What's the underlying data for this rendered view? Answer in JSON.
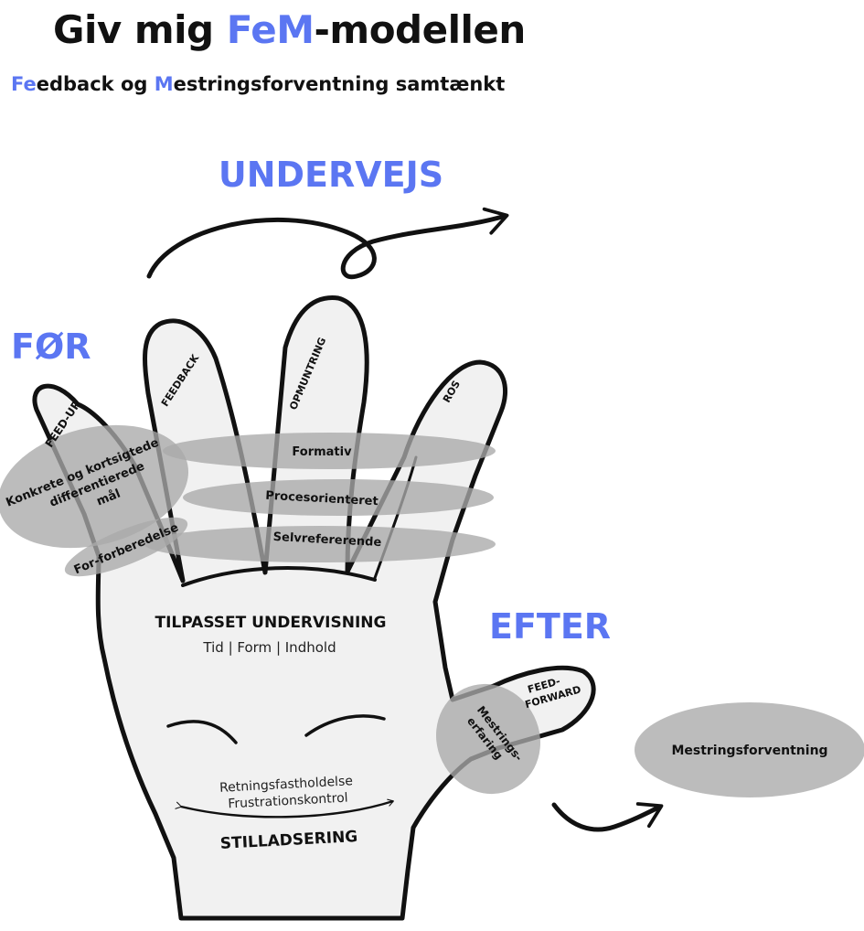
{
  "title": {
    "prefix": "Giv mig ",
    "highlight": "FeM",
    "suffix": "-modellen"
  },
  "subtitle": {
    "part1_accent": "Fe",
    "part1_rest": "edback og ",
    "part2_accent": "M",
    "part2_rest": "estringsforventning samtænkt"
  },
  "phases": {
    "undervejs": "UNDERVEJS",
    "foer": "FØR",
    "efter": "EFTER"
  },
  "fingers": {
    "feed_up": "FEED-UP",
    "feedback": "FEEDBACK",
    "opmuntring": "OPMUNTRING",
    "ros": "ROS",
    "feed_forward_line1": "FEED-",
    "feed_forward_line2": "FORWARD"
  },
  "bands": {
    "konkrete_line1": "Konkrete og kortsigtede",
    "konkrete_line2": "differentierede",
    "konkrete_line3": "mål",
    "forforberedelse": "For-forberedelse",
    "formativ": "Formativ",
    "procesorienteret": "Procesorienteret",
    "selvrefererende": "Selvrefererende",
    "mestringserfaring_line1": "Mestrings-",
    "mestringserfaring_line2": "erfaring",
    "mestringsforventning": "Mestringsforventning"
  },
  "palm": {
    "tilpasset": "TILPASSET UNDERVISNING",
    "tid_form_indhold": "Tid | Form | Indhold",
    "retning": "Retningsfastholdelse",
    "frustration": "Frustrationskontrol",
    "stilladsering": "STILLADSERING"
  },
  "colors": {
    "accent": "#5b76f2",
    "band_gray": "#a9a9a9",
    "hand_fill": "#f1f1f1",
    "outline": "#111111"
  }
}
